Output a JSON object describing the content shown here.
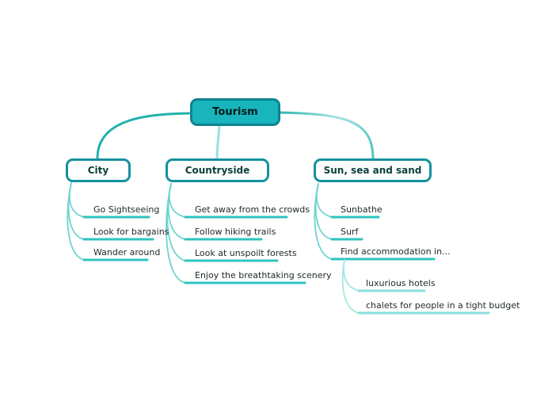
{
  "root": {
    "label": "Tourism"
  },
  "branches": [
    {
      "label": "City",
      "leaves": [
        {
          "label": "Go Sightseeing"
        },
        {
          "label": "Look for bargains"
        },
        {
          "label": "Wander around"
        }
      ]
    },
    {
      "label": "Countryside",
      "leaves": [
        {
          "label": "Get away from the crowds"
        },
        {
          "label": "Follow hiking trails"
        },
        {
          "label": "Look at unspoilt forests"
        },
        {
          "label": "Enjoy the breathtaking scenery"
        }
      ]
    },
    {
      "label": "Sun, sea and sand",
      "leaves": [
        {
          "label": "Sunbathe"
        },
        {
          "label": "Surf"
        },
        {
          "label": "Find accommodation in...",
          "children": [
            {
              "label": "luxurious hotels"
            },
            {
              "label": "chalets for people in a tight budget"
            }
          ]
        }
      ]
    }
  ],
  "colors": {
    "root_fill": "#19b5bc",
    "root_border": "#0d848f",
    "branch_border": "#15919e",
    "branch_text": "#0b3f3c",
    "leaf_text": "#212b2a",
    "connector_left": "#22b1ac",
    "connector_middle": "#9adfe1",
    "connector_right_a": "#2fb7b1",
    "connector_right_b": "#a8e4e3",
    "connector_right_c": "#4cc4c2",
    "branch_line": "#2ec4bf",
    "branch_curve": "#6fd4cf",
    "sub_line": "#8adfdd",
    "sub_curve": "#a5e6e4"
  }
}
